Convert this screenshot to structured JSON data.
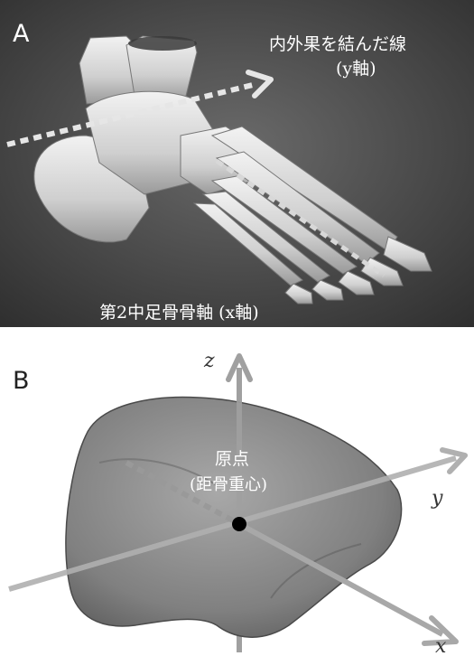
{
  "panel_a": {
    "label": "A",
    "y_line_label": "内外果を結んだ線",
    "y_line_sub": "(y軸)",
    "x_axis_label": "第2中足骨骨軸 (x軸)"
  },
  "panel_b": {
    "label": "B",
    "z_label": "z",
    "y_label": "y",
    "x_label": "x",
    "origin_title": "原点",
    "origin_sub": "(距骨重心)"
  }
}
